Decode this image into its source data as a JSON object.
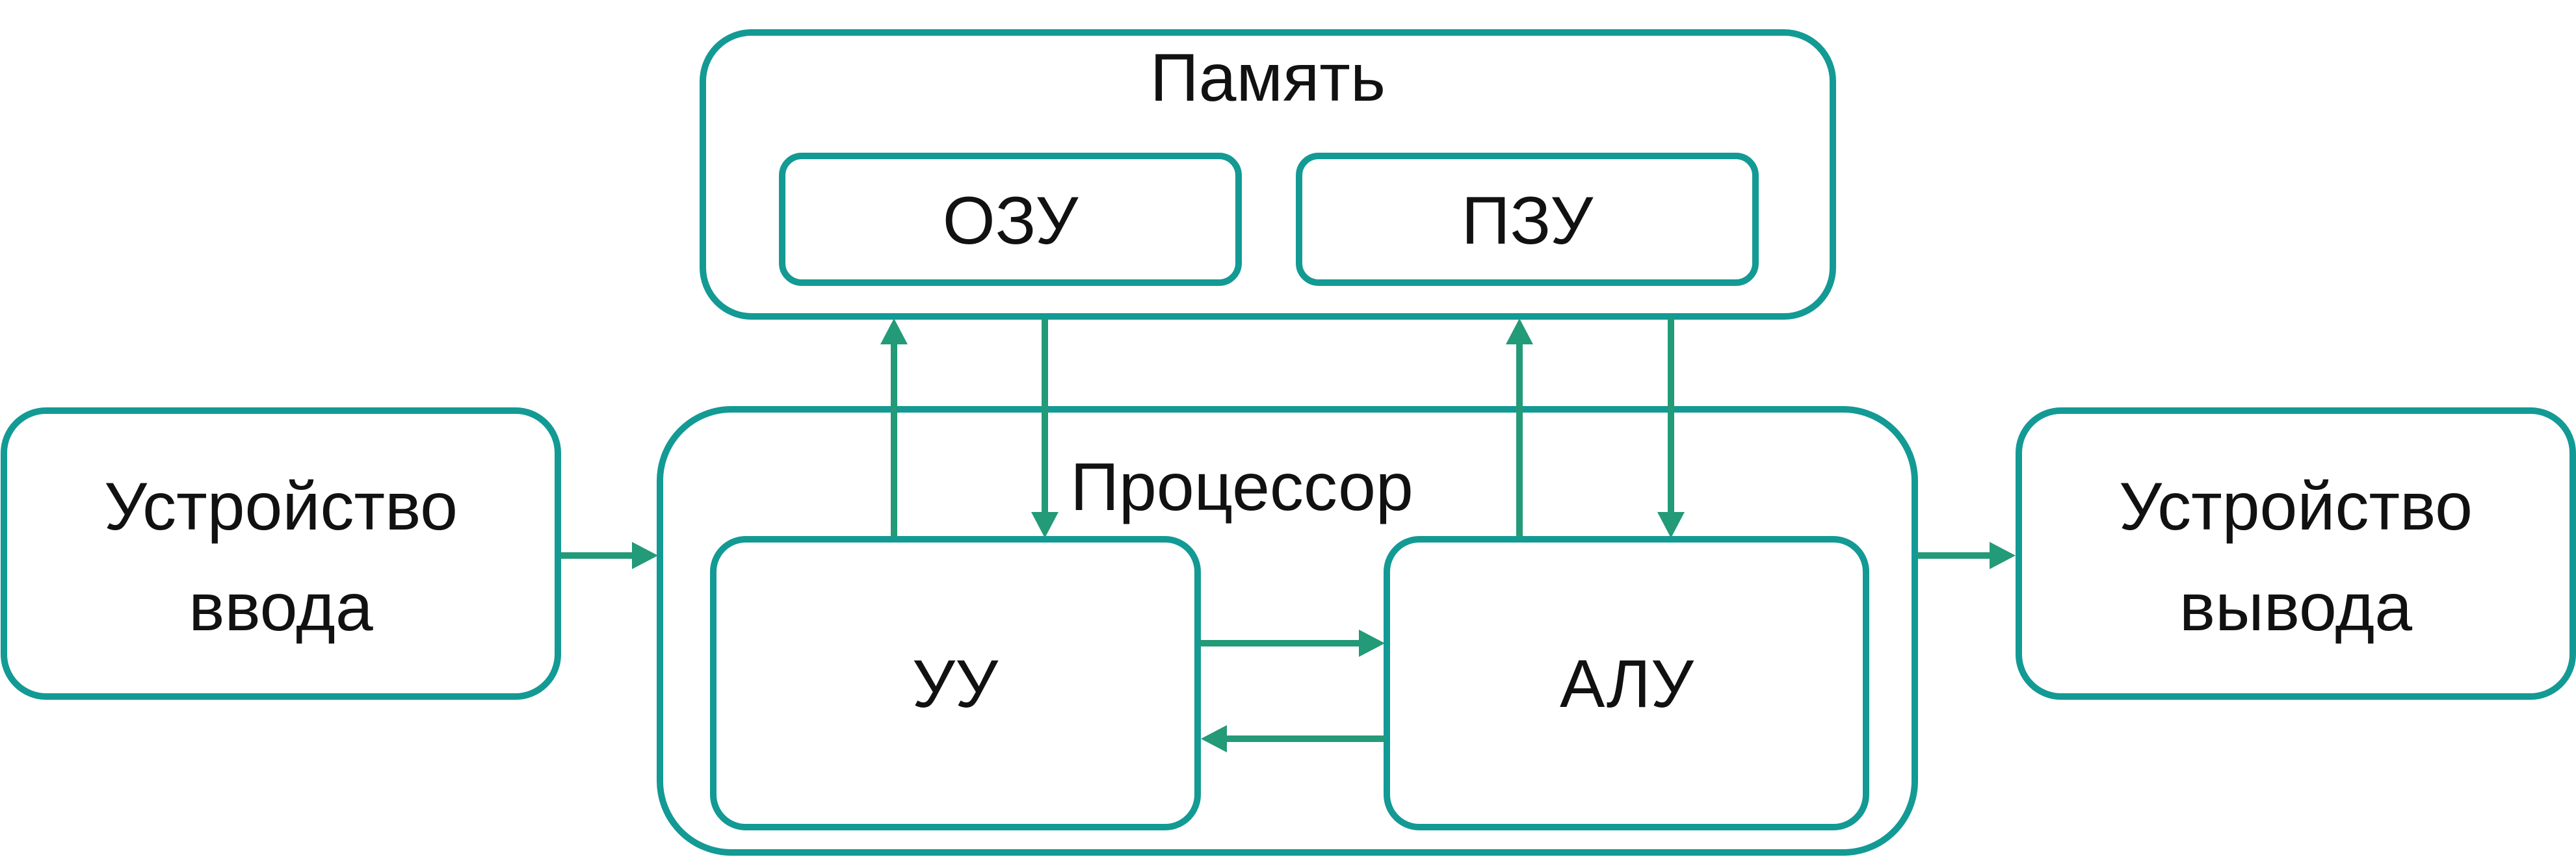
{
  "diagram": {
    "memory": {
      "title": "Память",
      "ram": "ОЗУ",
      "rom": "ПЗУ"
    },
    "processor": {
      "title": "Процессор",
      "control_unit": "УУ",
      "alu": "АЛУ"
    },
    "input_device": {
      "line1": "Устройство",
      "line2": "ввода"
    },
    "output_device": {
      "line1": "Устройство",
      "line2": "вывода"
    }
  },
  "colors": {
    "box_border": "#139a94",
    "arrow": "#239a78",
    "text": "#111111",
    "background": "#ffffff"
  }
}
